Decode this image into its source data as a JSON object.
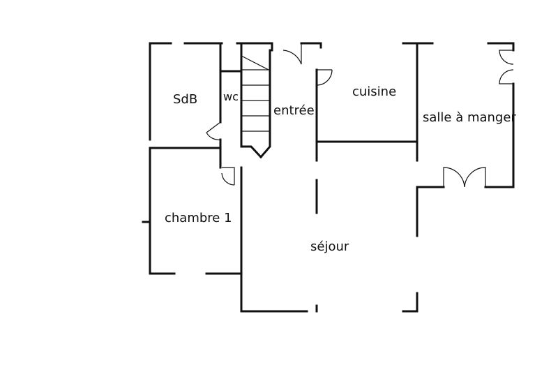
{
  "rooms": {
    "sdb": "SdB",
    "wc": "wc",
    "entree": "entrée",
    "cuisine": "cuisine",
    "salle_a_manger": "salle à manger",
    "chambre_1": "chambre 1",
    "sejour": "séjour"
  },
  "colors": {
    "wall": "#111111",
    "background": "#ffffff"
  }
}
